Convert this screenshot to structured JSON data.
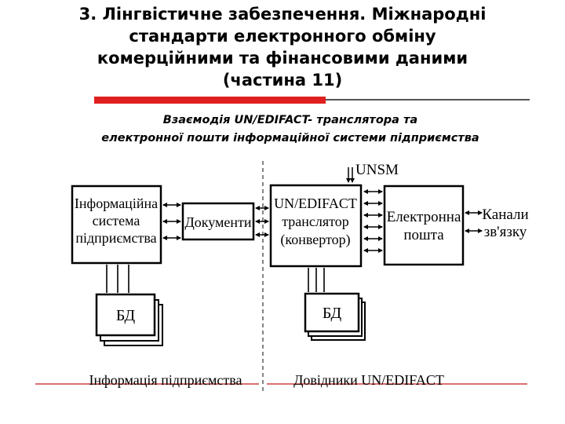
{
  "slide": {
    "title_lines": [
      "3. Лінгвістичне забезпечення. Міжнародні",
      "стандарти електронного  обміну",
      "комерційними та фінансовими даними",
      "(частина 11)"
    ],
    "subtitle_lines": [
      "Взаємодія UN/EDIFACT- транслятора та",
      "електронної пошти інформаційної системи підприємства"
    ]
  },
  "diagram": {
    "unsm_label": "UNSM",
    "info_system": [
      "Інформаційна",
      "система",
      "підприємства"
    ],
    "documents": "Документи",
    "translator": [
      "UN/EDIFACT",
      "транслятор",
      "(конвертор)"
    ],
    "email": [
      "Електронна",
      "пошта"
    ],
    "channels": [
      "Канали",
      "зв'язку"
    ],
    "db_left": "БД",
    "db_right": "БД",
    "footer_left": "Інформація підприємства",
    "footer_right": "Довідники UN/EDIFACT"
  }
}
